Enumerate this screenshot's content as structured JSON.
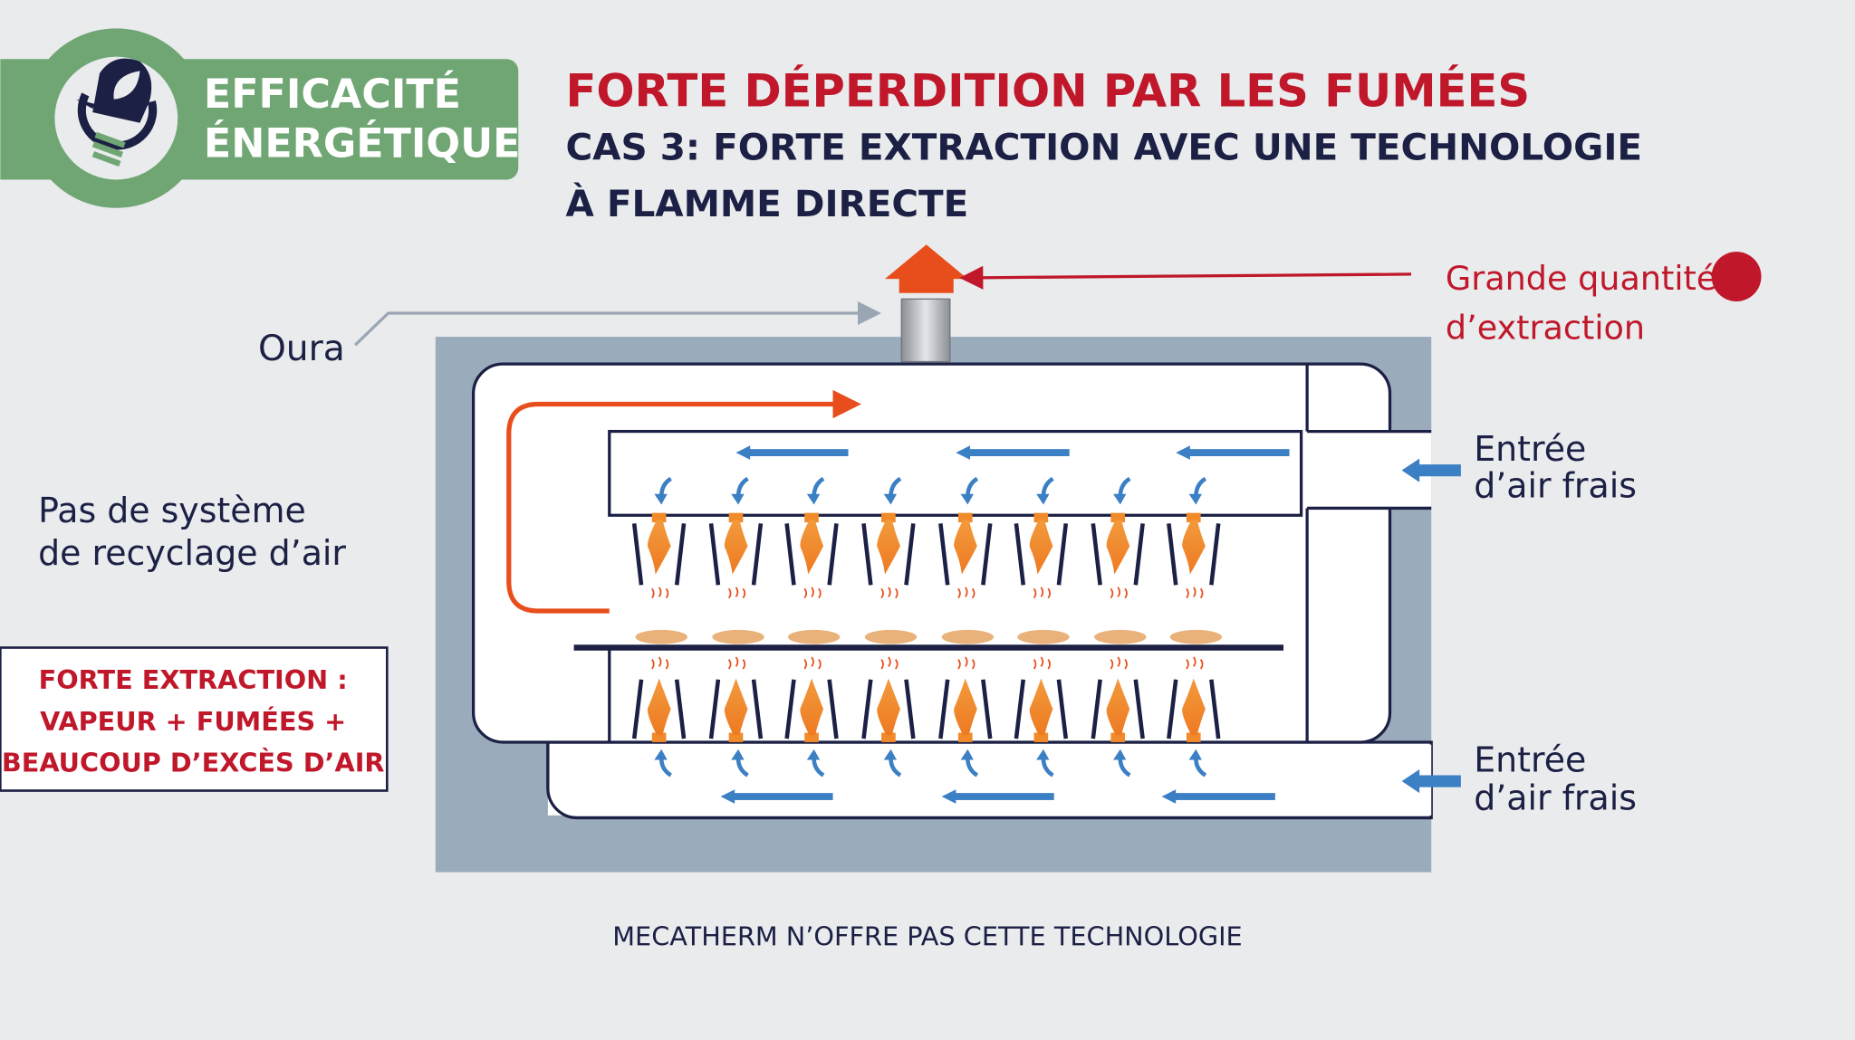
{
  "badge": {
    "line1": "EFFICACITÉ",
    "line2": "ÉNERGÉTIQUE"
  },
  "header": {
    "title": "FORTE DÉPERDITION PAR LES FUMÉES",
    "subtitle_line1": "CAS 3: FORTE EXTRACTION AVEC UNE TECHNOLOGIE",
    "subtitle_line2": "À FLAMME DIRECTE"
  },
  "labels": {
    "oura": "Oura",
    "extraction_line1": "Grande quantité",
    "extraction_line2": "d’extraction",
    "recycling_line1": "Pas de système",
    "recycling_line2": "de recyclage d’air",
    "air_top_line1": "Entrée",
    "air_top_line2": "d’air frais",
    "air_bottom_line1": "Entrée",
    "air_bottom_line2": "d’air frais"
  },
  "warning_box": {
    "line1": "FORTE EXTRACTION :",
    "line2": "VAPEUR + FUMÉES +",
    "line3": "BEAUCOUP D’EXCÈS D’AIR"
  },
  "footer": "MECATHERM N’OFFRE PAS CETTE TECHNOLOGIE",
  "colors": {
    "green": "#6fa673",
    "navy": "#1b2044",
    "red": "#c0172a",
    "orange": "#e84e1b",
    "blue": "#3b7fc4",
    "panel": "#9aabbb"
  }
}
